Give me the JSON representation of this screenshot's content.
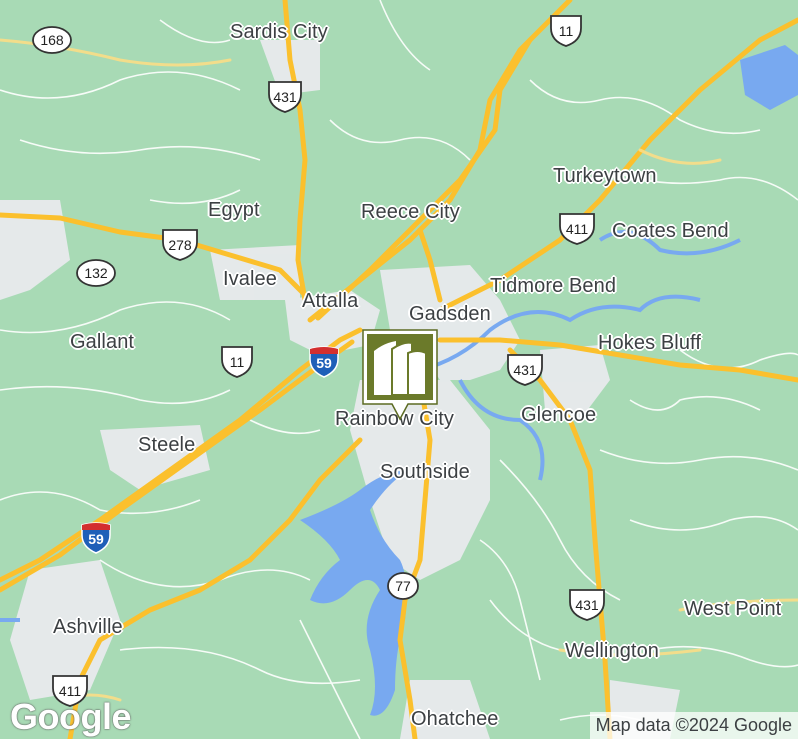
{
  "map": {
    "places": [
      {
        "id": "sardis-city",
        "name": "Sardis City"
      },
      {
        "id": "egypt",
        "name": "Egypt"
      },
      {
        "id": "reece-city",
        "name": "Reece City"
      },
      {
        "id": "turkeytown",
        "name": "Turkeytown"
      },
      {
        "id": "coates-bend",
        "name": "Coates Bend"
      },
      {
        "id": "ivalee",
        "name": "Ivalee"
      },
      {
        "id": "attalla",
        "name": "Attalla"
      },
      {
        "id": "gadsden",
        "name": "Gadsden"
      },
      {
        "id": "tidmore-bend",
        "name": "Tidmore Bend"
      },
      {
        "id": "gallant",
        "name": "Gallant"
      },
      {
        "id": "hokes-bluff",
        "name": "Hokes Bluff"
      },
      {
        "id": "rainbow-city",
        "name": "Rainbow City"
      },
      {
        "id": "glencoe",
        "name": "Glencoe"
      },
      {
        "id": "steele",
        "name": "Steele"
      },
      {
        "id": "southside",
        "name": "Southside"
      },
      {
        "id": "ashville",
        "name": "Ashville"
      },
      {
        "id": "west-point",
        "name": "West Point"
      },
      {
        "id": "wellington",
        "name": "Wellington"
      },
      {
        "id": "ohatchee",
        "name": "Ohatchee"
      }
    ],
    "shields": [
      {
        "id": "us-11-north",
        "type": "us",
        "number": "11"
      },
      {
        "id": "al-168",
        "type": "state",
        "number": "168"
      },
      {
        "id": "us-431-north",
        "type": "us",
        "number": "431"
      },
      {
        "id": "us-278",
        "type": "us",
        "number": "278"
      },
      {
        "id": "al-132",
        "type": "state",
        "number": "132"
      },
      {
        "id": "us-411-east",
        "type": "us",
        "number": "411"
      },
      {
        "id": "us-11-west",
        "type": "us",
        "number": "11"
      },
      {
        "id": "i-59-attalla",
        "type": "interstate",
        "number": "59"
      },
      {
        "id": "us-431-glencoe",
        "type": "us",
        "number": "431"
      },
      {
        "id": "i-59-south",
        "type": "interstate",
        "number": "59"
      },
      {
        "id": "al-77",
        "type": "state",
        "number": "77"
      },
      {
        "id": "us-431-south",
        "type": "us",
        "number": "431"
      },
      {
        "id": "us-411-ashville",
        "type": "us",
        "number": "411"
      }
    ]
  },
  "branding": {
    "logo": "Google"
  },
  "attribution": "Map data ©2024 Google",
  "colors": {
    "land": "#a8dab5",
    "urban": "#e8eaed",
    "water": "#78a9f0",
    "highway": "#fbc02d",
    "marker": "#6b7a2a"
  }
}
